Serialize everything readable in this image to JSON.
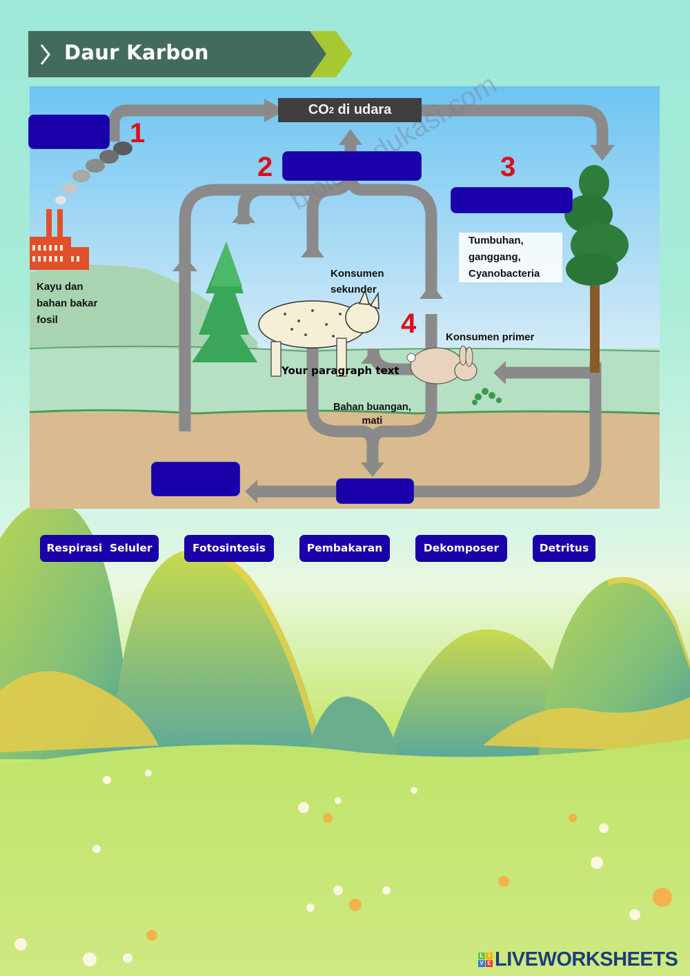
{
  "header": {
    "title": "Daur Karbon",
    "chevron_icon": "chevron-right-icon",
    "colors": {
      "banner": "#436b5c",
      "accent": "#a8c832"
    }
  },
  "diagram": {
    "co2_label": "CO",
    "co2_subscript": "2",
    "co2_suffix": " di udara",
    "numbers": [
      "1",
      "2",
      "3",
      "4"
    ],
    "labels": {
      "fuel": [
        "Kayu dan",
        "bahan bakar",
        "fosil"
      ],
      "producers": [
        "Tumbuhan,",
        "ganggang,",
        "Cyanobacteria"
      ],
      "secondary_consumer": [
        "Konsumen",
        "sekunder"
      ],
      "primary_consumer": "Konsumen primer",
      "waste": [
        "Bahan buangan,",
        "mati"
      ]
    },
    "watermark": "biologiedukasi.com",
    "paragraph_placeholder": "Your paragraph text",
    "drop_zones": [
      {
        "id": "1",
        "value": ""
      },
      {
        "id": "2",
        "value": ""
      },
      {
        "id": "3",
        "value": ""
      },
      {
        "id": "4",
        "value": ""
      },
      {
        "id": "5",
        "value": ""
      }
    ],
    "colors": {
      "drop_zone": "#1a00a8",
      "number": "#d8101a",
      "arrow": "#8a8a8a",
      "soil": "#d9bb8f",
      "sky": "#7cc8f0"
    }
  },
  "answers": [
    {
      "label": "Respirasi  Seluler"
    },
    {
      "label": "Fotosintesis"
    },
    {
      "label": "Pembakaran"
    },
    {
      "label": "Dekomposer"
    },
    {
      "label": "Detritus"
    }
  ],
  "footer": {
    "logo_text": "LIVEWORKSHEETS",
    "logo_blocks": [
      "L",
      "I",
      "V",
      "E"
    ]
  }
}
